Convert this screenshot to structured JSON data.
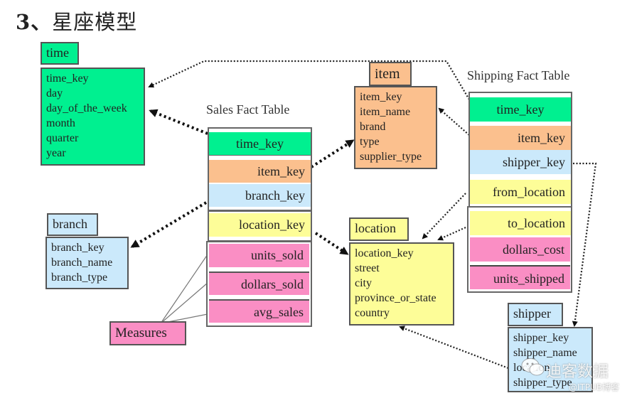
{
  "title": {
    "number": "3、",
    "text": "星座模型"
  },
  "colors": {
    "dimension_time": "#00f090",
    "dimension_item": "#fbc08e",
    "dimension_branch": "#cbe9fb",
    "dimension_location": "#fdfd98",
    "measures": "#fa8ec4",
    "arrow": "#111111"
  },
  "tables": {
    "time": {
      "name": "time",
      "fields": [
        "time_key",
        "day",
        "day_of_the_week",
        "month",
        "quarter",
        "year"
      ]
    },
    "item": {
      "name": "item",
      "fields": [
        "item_key",
        "item_name",
        "brand",
        "type",
        "supplier_type"
      ]
    },
    "branch": {
      "name": "branch",
      "fields": [
        "branch_key",
        "branch_name",
        "branch_type"
      ]
    },
    "location": {
      "name": "location",
      "fields": [
        "location_key",
        "street",
        "city",
        "province_or_state",
        "country"
      ]
    },
    "shipper": {
      "name": "shipper",
      "fields": [
        "shipper_key",
        "shipper_name",
        "location",
        "shipper_type"
      ]
    }
  },
  "sales_fact": {
    "title": "Sales Fact Table",
    "fields": [
      "time_key",
      "item_key",
      "branch_key",
      "location_key",
      "units_sold",
      "dollars_sold",
      "avg_sales"
    ]
  },
  "shipping_fact": {
    "title": "Shipping Fact Table",
    "fields": [
      "time_key",
      "item_key",
      "shipper_key",
      "from_location",
      "to_location",
      "dollars_cost",
      "units_shipped"
    ]
  },
  "measures_label": "Measures",
  "watermark": {
    "brand": "迪客数据",
    "source": "@ITPUB博客"
  }
}
